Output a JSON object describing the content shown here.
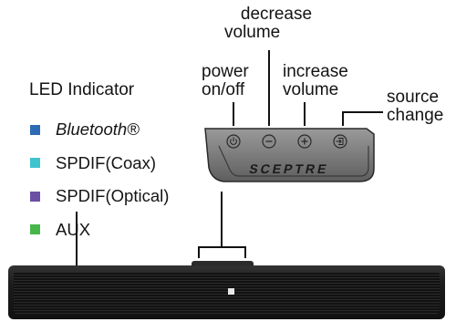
{
  "callouts": {
    "decrease_line1": "decrease",
    "decrease_line2": "volume",
    "power_line1": "power",
    "power_line2": "on/off",
    "increase_line1": "increase",
    "increase_line2": "volume",
    "source_line1": "source",
    "source_line2": "change"
  },
  "led": {
    "title": "LED Indicator",
    "items": [
      {
        "label": "Bluetooth®",
        "color": "#2f6bb4",
        "icon": "square-swatch"
      },
      {
        "label": "SPDIF(Coax)",
        "color": "#3fc3cf",
        "icon": "square-swatch"
      },
      {
        "label": "SPDIF(Optical)",
        "color": "#6a4fa3",
        "icon": "square-swatch"
      },
      {
        "label": "AUX",
        "color": "#46b64a",
        "icon": "square-swatch"
      }
    ]
  },
  "panel": {
    "brand": "SCEPTRE",
    "buttons": [
      {
        "name": "power-button",
        "icon": "power-icon"
      },
      {
        "name": "volume-down-button",
        "icon": "minus-icon"
      },
      {
        "name": "volume-up-button",
        "icon": "plus-icon"
      },
      {
        "name": "source-button",
        "icon": "source-icon"
      }
    ]
  }
}
